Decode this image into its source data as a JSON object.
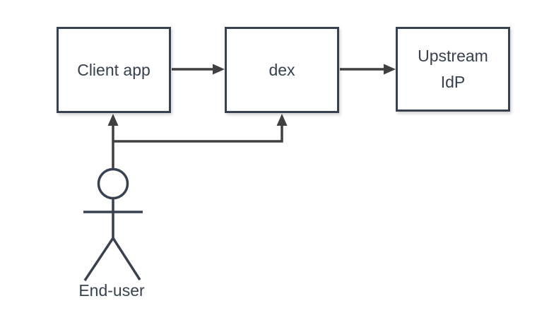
{
  "diagram": {
    "type": "flow",
    "nodes": [
      {
        "id": "client-app",
        "label": "Client app"
      },
      {
        "id": "dex",
        "label": "dex"
      },
      {
        "id": "upstream-idp",
        "label": "Upstream IdP"
      }
    ],
    "actor": {
      "id": "end-user",
      "label": "End-user"
    },
    "edges": [
      {
        "from": "client-app",
        "to": "dex",
        "style": "arrow-right"
      },
      {
        "from": "dex",
        "to": "upstream-idp",
        "style": "arrow-right"
      },
      {
        "from": "end-user",
        "to": "client-app",
        "style": "arrow-up"
      },
      {
        "from": "end-user",
        "to": "dex",
        "style": "arrow-up-elbow"
      }
    ],
    "theme": {
      "background": "#FFFFFF",
      "node_fill": "#FFFFFF",
      "node_border": "#37414F",
      "text": "#37414F",
      "connector": "#404040"
    }
  }
}
